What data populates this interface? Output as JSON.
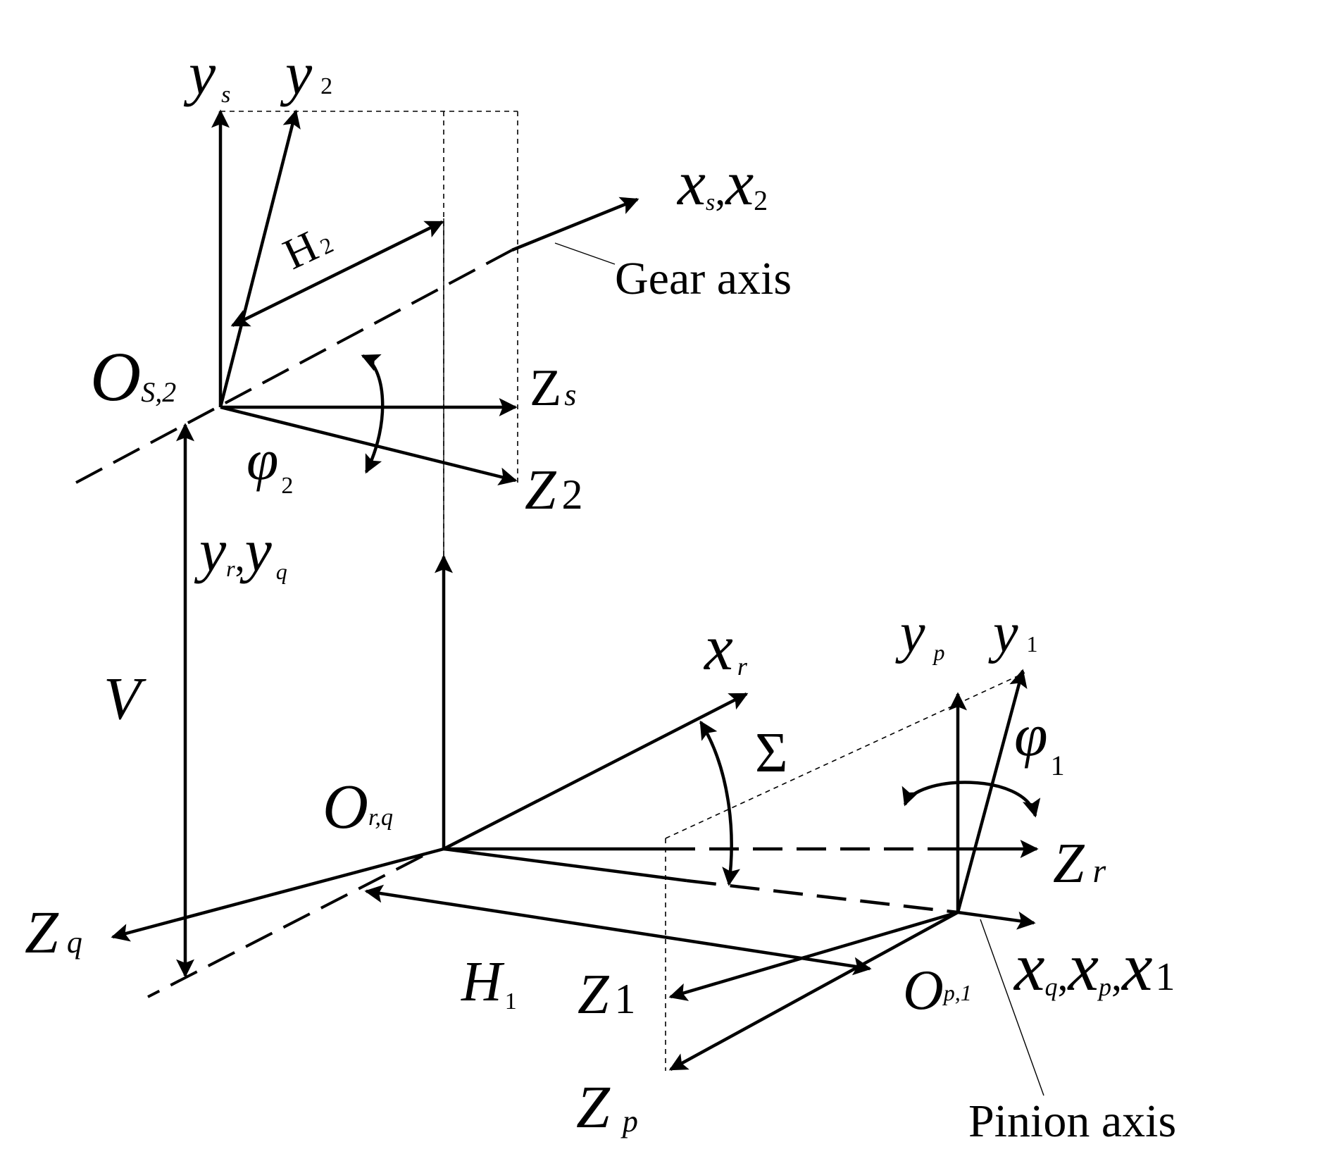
{
  "labels": {
    "y_s": "y",
    "y_s_sub": "s",
    "y_2": "y",
    "y_2_sub": "2",
    "x_s_x_2": {
      "a": "x",
      "a_sub": "s",
      "sep": ",",
      "b": "x",
      "b_sub": "2"
    },
    "gear_axis": "Gear axis",
    "H_2": "H",
    "H_2_sub": "2",
    "O_s2": "O",
    "O_s2_sub": "S,2",
    "Z_s": "Z",
    "Z_s_sub": "s",
    "phi_2": "φ",
    "phi_2_sub": "2",
    "Z_2": "Z",
    "Z_2_sub": "2",
    "y_r_y_q": {
      "a": "y",
      "a_sub": "r",
      "sep": ",",
      "b": "y",
      "b_sub": "q"
    },
    "V": "V",
    "x_r": "x",
    "x_r_sub": "r",
    "Sigma": "Σ",
    "y_p": "y",
    "y_p_sub": "p",
    "y_1": "y",
    "y_1_sub": "1",
    "phi_1": "φ",
    "phi_1_sub": "1",
    "O_rq": "O",
    "O_rq_sub": "r,q",
    "Z_r": "Z",
    "Z_r_sub": "r",
    "Z_q": "Z",
    "Z_q_sub": "q",
    "H_1": "H",
    "H_1_sub": "1",
    "Z_1": "Z",
    "Z_1_sub": "1",
    "O_p1": "O",
    "O_p1_sub": "p,1",
    "x_q_x_p_x_1": {
      "a": "x",
      "a_sub": "q",
      "sep1": ",",
      "b": "x",
      "b_sub": "p",
      "sep2": ",",
      "c": "x",
      "c_sub": "1"
    },
    "Z_p": "Z",
    "Z_p_sub": "p",
    "pinion_axis": "Pinion axis"
  }
}
